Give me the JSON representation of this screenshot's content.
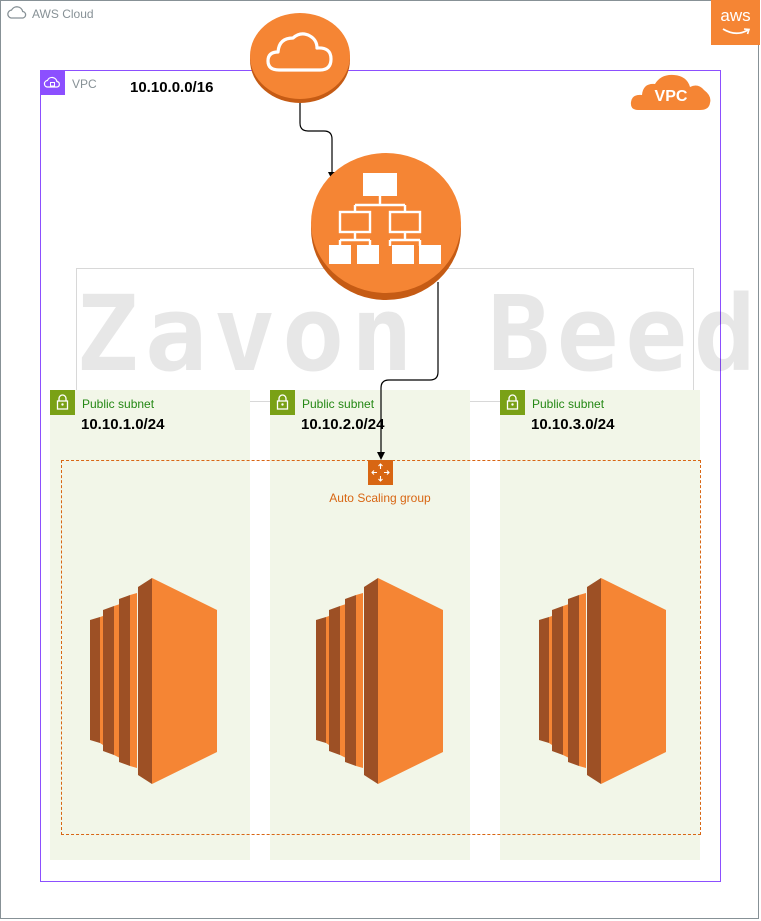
{
  "aws_cloud": {
    "label": "AWS Cloud",
    "logo_text": "aws",
    "icon": "cloud-outline-icon"
  },
  "vpc": {
    "label": "VPC",
    "cidr": "10.10.0.0/16",
    "badge_text": "VPC",
    "icon": "vpc-icon"
  },
  "internet_icon": "internet-gateway-cloud-icon",
  "load_balancer_icon": "application-load-balancer-icon",
  "subnets": [
    {
      "label": "Public subnet",
      "cidr": "10.10.1.0/24",
      "icon": "lock-icon"
    },
    {
      "label": "Public subnet",
      "cidr": "10.10.2.0/24",
      "icon": "lock-icon"
    },
    {
      "label": "Public subnet",
      "cidr": "10.10.3.0/24",
      "icon": "lock-icon"
    }
  ],
  "auto_scaling_group": {
    "label": "Auto Scaling group",
    "icon": "auto-scaling-icon"
  },
  "instance_icon": "ec2-instance-icon",
  "watermark": "Zavon Beed",
  "colors": {
    "aws_orange": "#f58534",
    "aws_orange_dark": "#d86613",
    "vpc_purple": "#8c4fff",
    "subnet_green": "#248814",
    "subnet_bg": "#f2f6e8",
    "lock_green": "#7aa116",
    "frame_gray": "#879196"
  }
}
